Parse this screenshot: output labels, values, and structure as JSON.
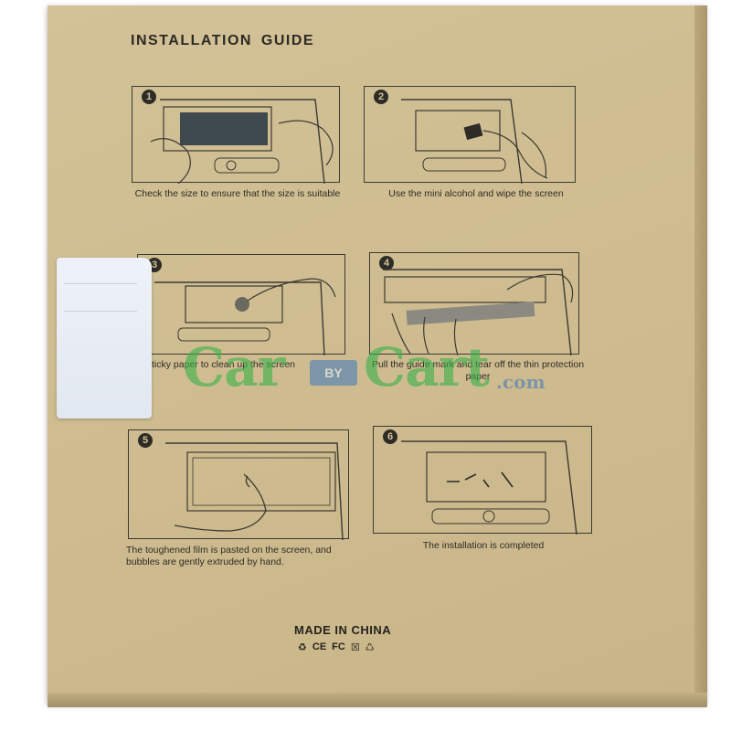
{
  "guide": {
    "title": "INSTALLATION GUIDE",
    "steps": [
      {
        "number": "1",
        "caption": "Check the size to ensure that the size is suitable"
      },
      {
        "number": "2",
        "caption": "Use the mini alcohol and wipe the screen"
      },
      {
        "number": "3",
        "caption": "e sticky paper to clean up the screen"
      },
      {
        "number": "4",
        "caption": "Pull the guide mark and tear off the thin protection paper"
      },
      {
        "number": "5",
        "caption": "The toughened film is pasted on the screen, and bubbles are gently extruded by hand."
      },
      {
        "number": "6",
        "caption": "The installation is completed"
      }
    ]
  },
  "footer": {
    "origin": "MADE IN CHINA",
    "certifications": [
      "CE",
      "FC"
    ]
  },
  "watermark": {
    "left_text": "Car",
    "by_text": "BY",
    "right_text": "Cart",
    "suffix": ".com",
    "brand_green": "#3bb24a",
    "brand_blue": "#4a7fb8"
  },
  "icons": [
    "recycle-icon",
    "ce-mark-icon",
    "fc-mark-icon",
    "trash-bin-icon",
    "safety-symbol-icon"
  ]
}
